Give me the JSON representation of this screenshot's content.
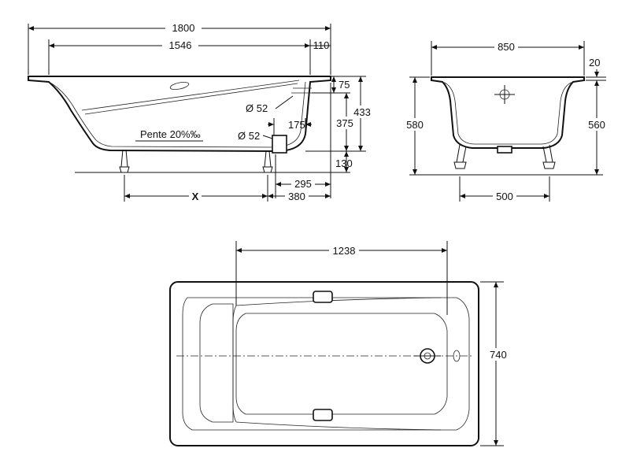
{
  "dimensions": {
    "total_length": "1800",
    "inner_length": "1546",
    "rim_end": "110",
    "rim_height": "75",
    "total_height_side": "433",
    "overflow_height": "375",
    "floor_height": "130",
    "overflow_offset": "175",
    "drain_offset": "295",
    "leg_offset": "380",
    "leg_spacing": "X",
    "overflow_diameter": "Ø 52",
    "drain_diameter": "Ø 52",
    "end_width": "850",
    "rim_thickness": "20",
    "end_height_left": "580",
    "end_height_right": "560",
    "leg_width": "500",
    "inner_bottom_length": "1238",
    "total_width": "740"
  },
  "notes": {
    "slope": "Pente 20%‰"
  },
  "colors": {
    "line": "#111111",
    "background": "#ffffff"
  }
}
